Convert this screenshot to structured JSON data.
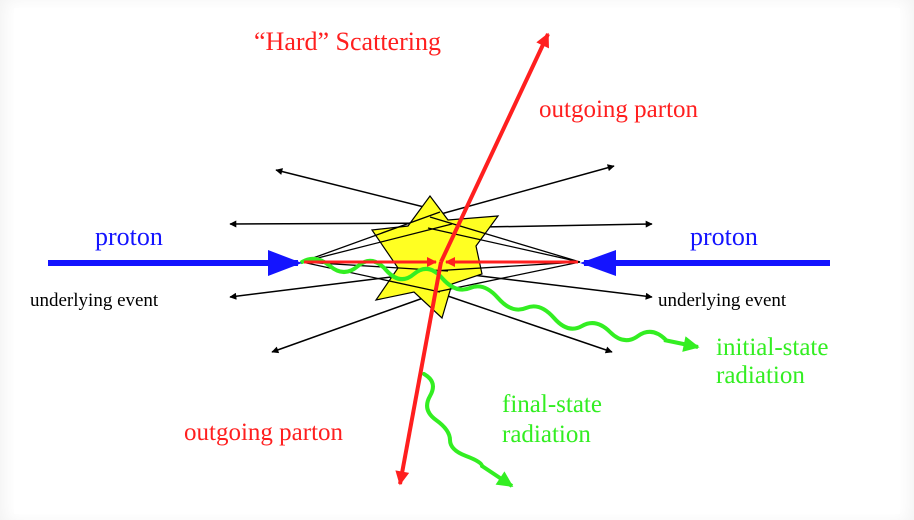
{
  "labels": {
    "hard_scattering": "“Hard” Scattering",
    "outgoing_parton_top": "outgoing parton",
    "outgoing_parton_bottom": "outgoing parton",
    "proton_left": "proton",
    "proton_right": "proton",
    "underlying_event_left": "underlying event",
    "underlying_event_right": "underlying event",
    "initial_state_line1": "initial-state",
    "initial_state_line2": "radiation",
    "final_state_line1": "final-state",
    "final_state_line2": "radiation"
  },
  "colors": {
    "red": "#ff1f1f",
    "blue": "#1414ff",
    "green": "#33ee22",
    "black": "#000000",
    "star_fill": "#ffff22"
  }
}
